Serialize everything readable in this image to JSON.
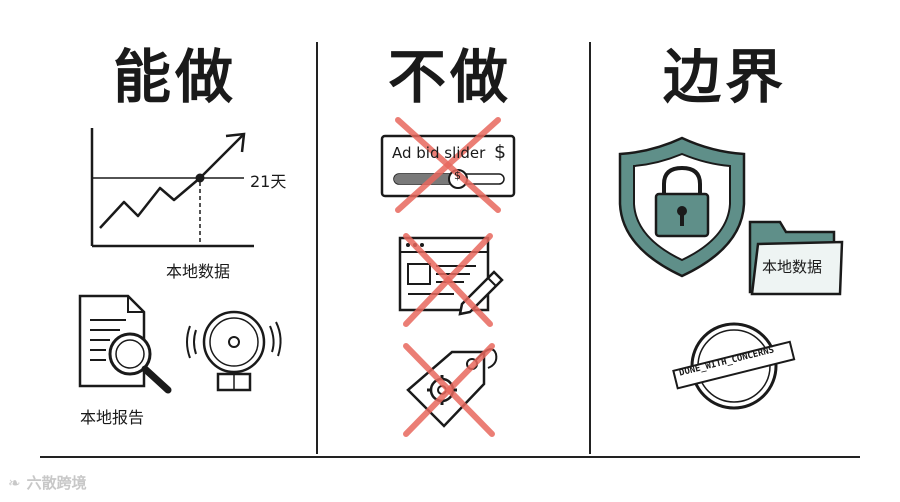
{
  "columns": [
    {
      "title": "能做"
    },
    {
      "title": "不做"
    },
    {
      "title": "边界"
    }
  ],
  "can_do": {
    "chart_label": "21天",
    "chart_xlabel": "本地数据",
    "report_label": "本地报告"
  },
  "not_do": {
    "slider_label": "Ad bid slider",
    "slider_currency": "$",
    "slider_knob": "$"
  },
  "boundary": {
    "folder_label": "本地数据",
    "stamp_text": "DONE_WITH_CONCERNS"
  },
  "watermark": {
    "text": "六散跨境"
  },
  "colors": {
    "accent": "#5f8f89",
    "cross": "#e8685e",
    "ink": "#1a1a1a"
  },
  "icons": [
    "trend-chart-icon",
    "magnifier-document-icon",
    "alarm-bell-icon",
    "ad-slider-icon",
    "browser-edit-icon",
    "price-tag-gear-icon",
    "lock-shield-icon",
    "folder-icon",
    "stamp-icon"
  ]
}
